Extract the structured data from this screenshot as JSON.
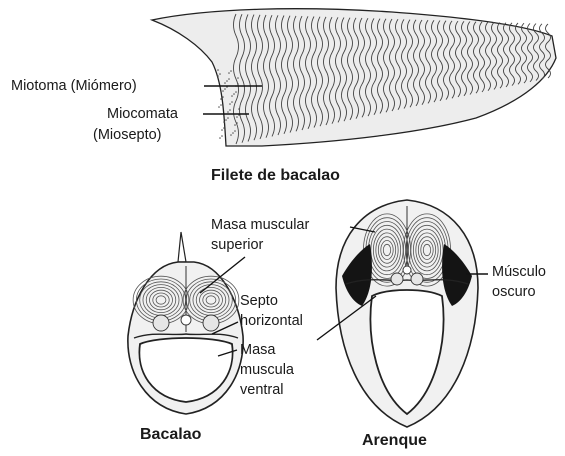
{
  "figure": {
    "fillet": {
      "title": "Filete de bacalao",
      "label_myotome": "Miotoma (Miómero)",
      "label_myocommata_1": "Miocomata",
      "label_myocommata_2": "(Miosepto)"
    },
    "cod_section": {
      "title": "Bacalao",
      "label_dorsal_1": "Masa muscular",
      "label_dorsal_2": "superior",
      "label_septum_1": "Septo",
      "label_septum_2": "horizontal",
      "label_ventral_1": "Masa",
      "label_ventral_2": "muscula",
      "label_ventral_3": "ventral"
    },
    "herring_section": {
      "title": "Arenque",
      "label_dark_1": "Músculo",
      "label_dark_2": "oscuro"
    }
  }
}
